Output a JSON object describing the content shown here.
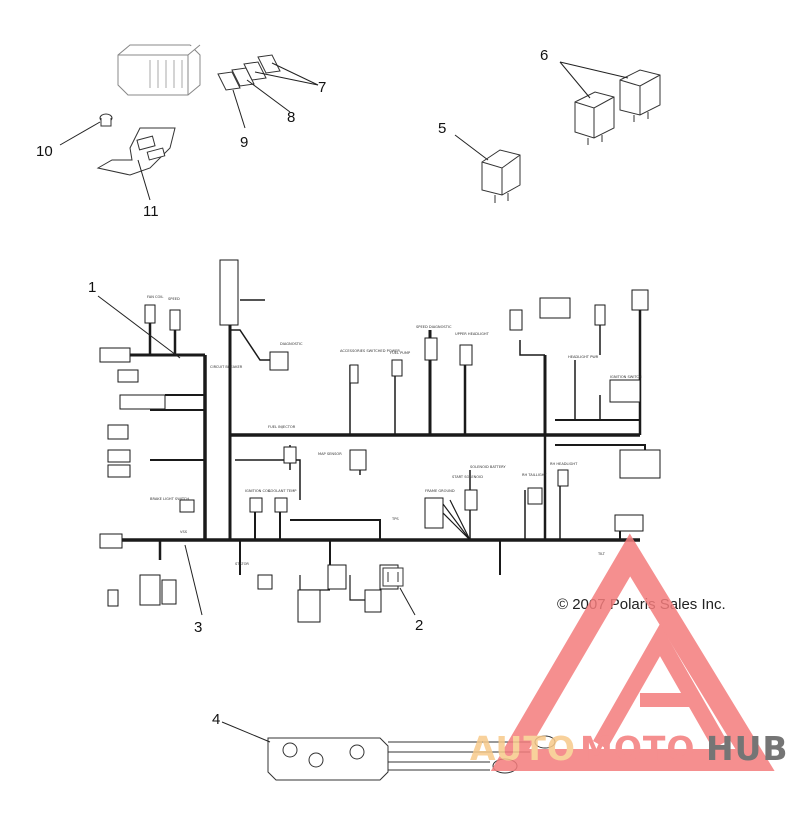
{
  "callouts": [
    {
      "id": "1",
      "label": "1"
    },
    {
      "id": "2",
      "label": "2"
    },
    {
      "id": "3",
      "label": "3"
    },
    {
      "id": "4",
      "label": "4"
    },
    {
      "id": "5",
      "label": "5"
    },
    {
      "id": "6",
      "label": "6"
    },
    {
      "id": "7",
      "label": "7"
    },
    {
      "id": "8",
      "label": "8"
    },
    {
      "id": "9",
      "label": "9"
    },
    {
      "id": "10",
      "label": "10"
    },
    {
      "id": "11",
      "label": "11"
    }
  ],
  "copyright": "© 2007 Polaris Sales Inc.",
  "harness_labels": {
    "fan_coil": "FAN COIL",
    "speed": "SPEED",
    "speed_diagnostic": "SPEED DIAGNOSTIC",
    "upper_headlight": "UPPER HEADLIGHT",
    "accessory_switched_power": "ACCESSORIES SWITCHED POWER",
    "fuel_pump": "FUEL PUMP",
    "fuel_injector": "FUEL INJECTOR",
    "diagnostic": "DIAGNOSTIC",
    "map_sensor": "MAP SENSOR",
    "ignition_coil": "IGNITION COIL",
    "coolant_temp": "COOLANT TEMP",
    "tps": "TPS",
    "frame_ground": "FRAME GROUND",
    "start_solenoid": "START SOLENOID",
    "solenoid_battery": "SOLENOID BATTERY",
    "rh_taillight": "RH TAILLIGHT",
    "rh_headlight": "RH HEADLIGHT",
    "headlight_pwr": "HEADLIGHT PWR",
    "ignition_switch": "IGNITION SWITCH",
    "brake_light_switch": "BRAKE LIGHT SWITCH",
    "circuit_breaker": "CIRCUIT BREAKER",
    "stator": "STATOR",
    "vss": "VSS",
    "tilt": "TILT"
  },
  "watermark": {
    "part1": "AUTO",
    "part2": "MOTO",
    "part3": "HUB"
  },
  "colors": {
    "line": "#1a1a1a",
    "thin": "#444444",
    "wm_red": "#f47c7c",
    "wm_orange": "#f7c98a",
    "wm_grey": "#5e5e5e"
  }
}
